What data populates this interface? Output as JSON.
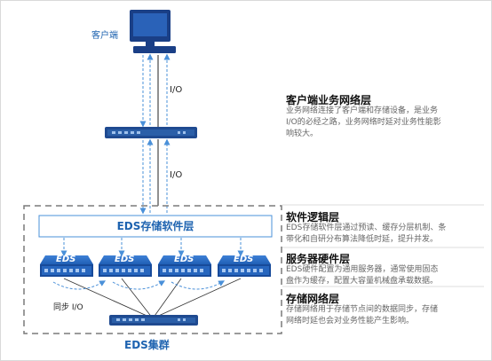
{
  "client": {
    "label": "客户端"
  },
  "io_labels": [
    "I/O",
    "I/O"
  ],
  "layers": [
    {
      "title": "客户端业务网络层",
      "description": [
        "业务网络连接了客户端和存储设备，是业务",
        "I/O的必经之路，业务网络时延对业务性能影",
        "响较大。"
      ]
    },
    {
      "title": "软件逻辑层",
      "description": [
        "EDS存储软件层通过预读、缓存分层机制、条",
        "带化和自研分布算法降低时延，提升并发。"
      ]
    },
    {
      "title": "服务器硬件层",
      "description": [
        "EDS硬件配置为通用服务器，通常使用固态",
        "盘作为缓存，配置大容量机械盘承载数据。"
      ]
    },
    {
      "title": "存储网络层",
      "description": [
        "存储网络用于存储节点间的数据同步，存储",
        "网络时延也会对业务性能产生影响。"
      ]
    }
  ],
  "software_layer_label": "EDS存储软件层",
  "node_label": "EDS",
  "sync_label": "同步 I/O",
  "cluster_label": "EDS集群",
  "colors": {
    "accent": "#1e63b0",
    "dashed": "#4a90d9",
    "box_border": "#4a90d9",
    "node_blue": "#2566c4"
  },
  "icons": [
    "monitor-icon",
    "switch-icon",
    "storage-node-icon"
  ]
}
